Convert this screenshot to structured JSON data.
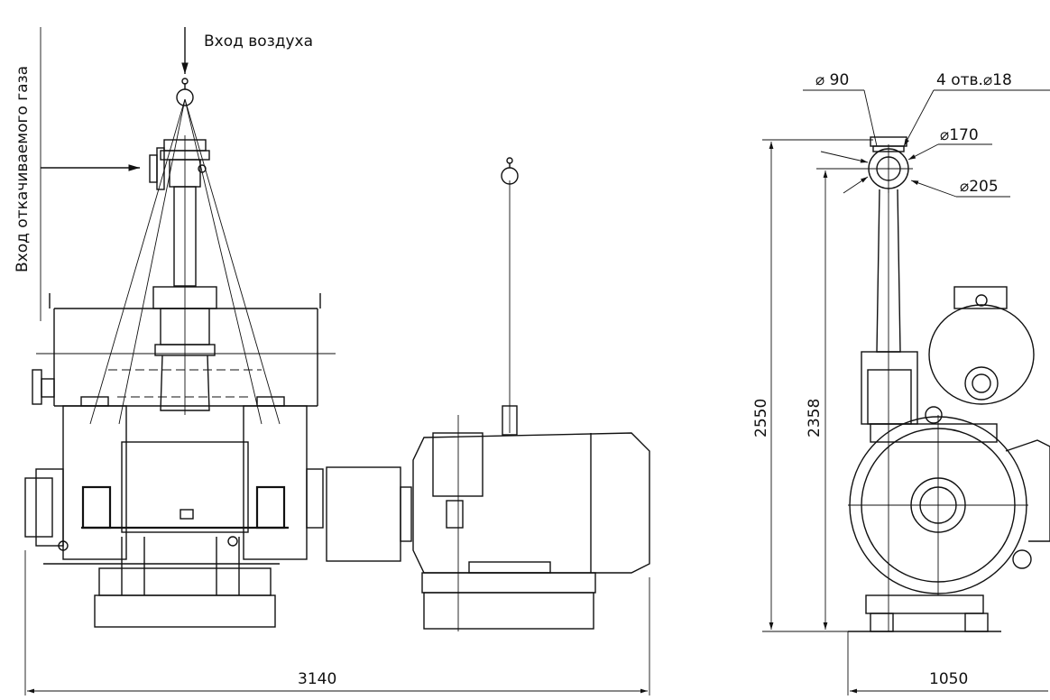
{
  "labels": {
    "air_inlet": "Вход воздуха",
    "gas_inlet": "Вход откачиваемого газа"
  },
  "dimensions": {
    "overall_length": "3140",
    "overall_width": "1050",
    "height_total": "2550",
    "height_flange": "2358",
    "bore_diameter": "⌀ 90",
    "holes": "4 отв.⌀18",
    "bolt_circle": "⌀170",
    "flange_diameter": "⌀205"
  }
}
